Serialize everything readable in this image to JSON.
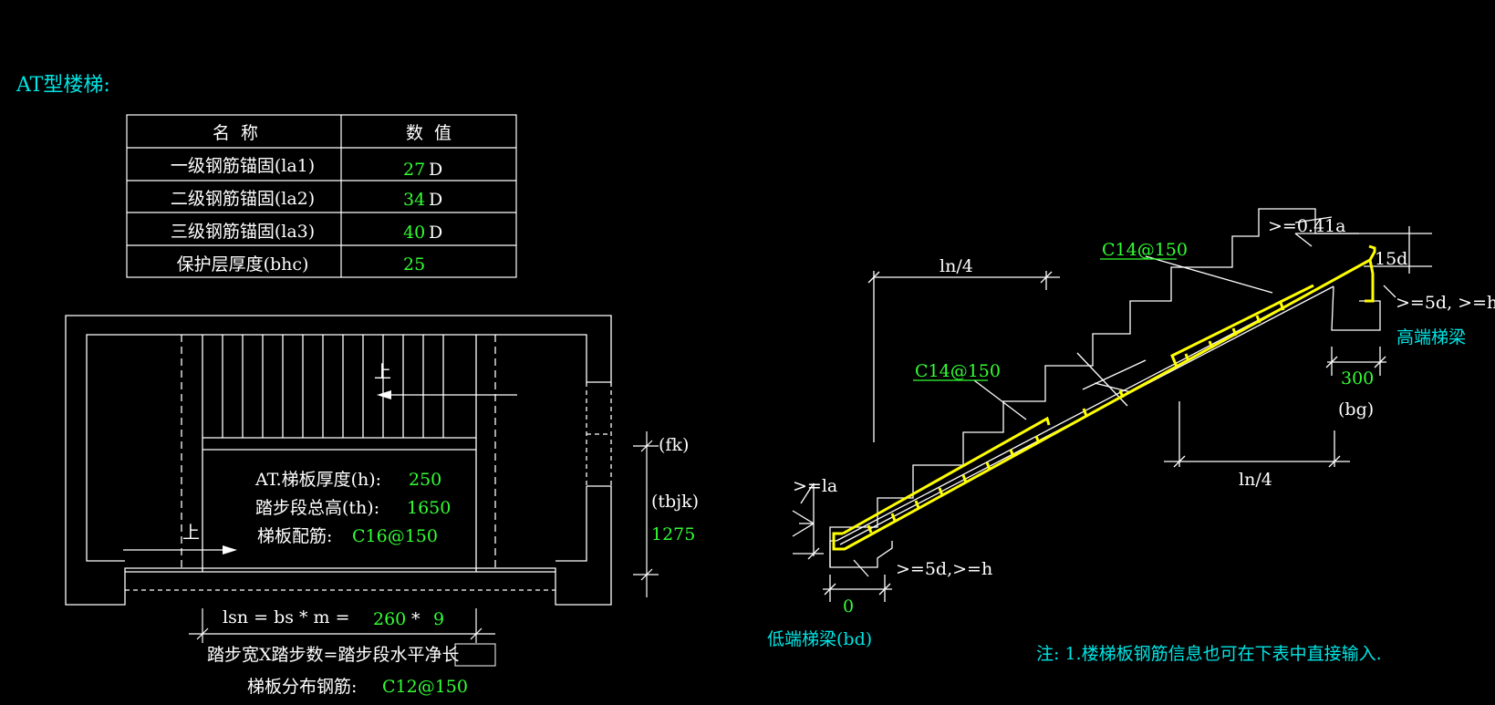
{
  "title": "AT型楼梯:",
  "colors": {
    "background": "#000000",
    "line": "#ffffff",
    "value": "#33ff33",
    "accent": "#00e5e5",
    "rebar": "#ffff00"
  },
  "table": {
    "header": {
      "name": "名  称",
      "value": "数  值"
    },
    "rows": [
      {
        "name": "一级钢筋锚固(la1)",
        "value": "27",
        "unit": "D"
      },
      {
        "name": "二级钢筋锚固(la2)",
        "value": "34",
        "unit": "D"
      },
      {
        "name": "三级钢筋锚固(la3)",
        "value": "40",
        "unit": "D"
      },
      {
        "name": "保护层厚度(bhc)",
        "value": "25",
        "unit": ""
      }
    ]
  },
  "plan": {
    "up_top": "上",
    "up_bottom": "上",
    "thickness_label": "AT.梯板厚度(h):",
    "thickness_value": "250",
    "total_height_label": "踏步段总高(th):",
    "total_height_value": "1650",
    "slab_rebar_label": "梯板配筋:",
    "slab_rebar_value": "C16@150",
    "fk": "(fk)",
    "tbjk": "(tbjk)",
    "tbjk_value": "1275",
    "lsn_label": "lsn = bs * m =",
    "bs_value": "260",
    "times": "*",
    "m_value": "9",
    "formula": "踏步宽X踏步数=踏步段水平净长",
    "dist_label": "梯板分布钢筋:",
    "dist_value": "C12@150"
  },
  "section": {
    "top_rebar": "C14@150",
    "bottom_rebar": "C14@150",
    "ln4_left": "ln/4",
    "ln4_right": "ln/4",
    "anchor_top": ">=0.41a",
    "hook_15d": "15d",
    "high_hook": ">=5d, >=h",
    "high_beam": "高端梯梁",
    "bg_value": "300",
    "bg_label": "(bg)",
    "la_label": ">=la",
    "low_hook": ">=5d,>=h",
    "bd_value": "0",
    "low_beam": "低端梯梁(bd)"
  },
  "note": "注: 1.楼梯板钢筋信息也可在下表中直接输入."
}
